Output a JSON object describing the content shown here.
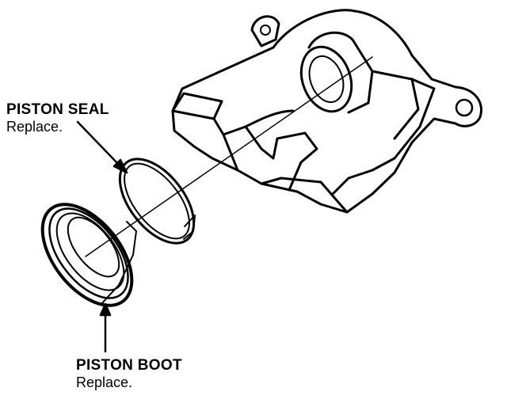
{
  "callouts": {
    "piston_seal": {
      "name": "PISTON SEAL",
      "note": "Replace."
    },
    "piston_boot": {
      "name": "PISTON BOOT",
      "note": "Replace."
    }
  },
  "colors": {
    "line": "#000000",
    "background": "#ffffff"
  }
}
